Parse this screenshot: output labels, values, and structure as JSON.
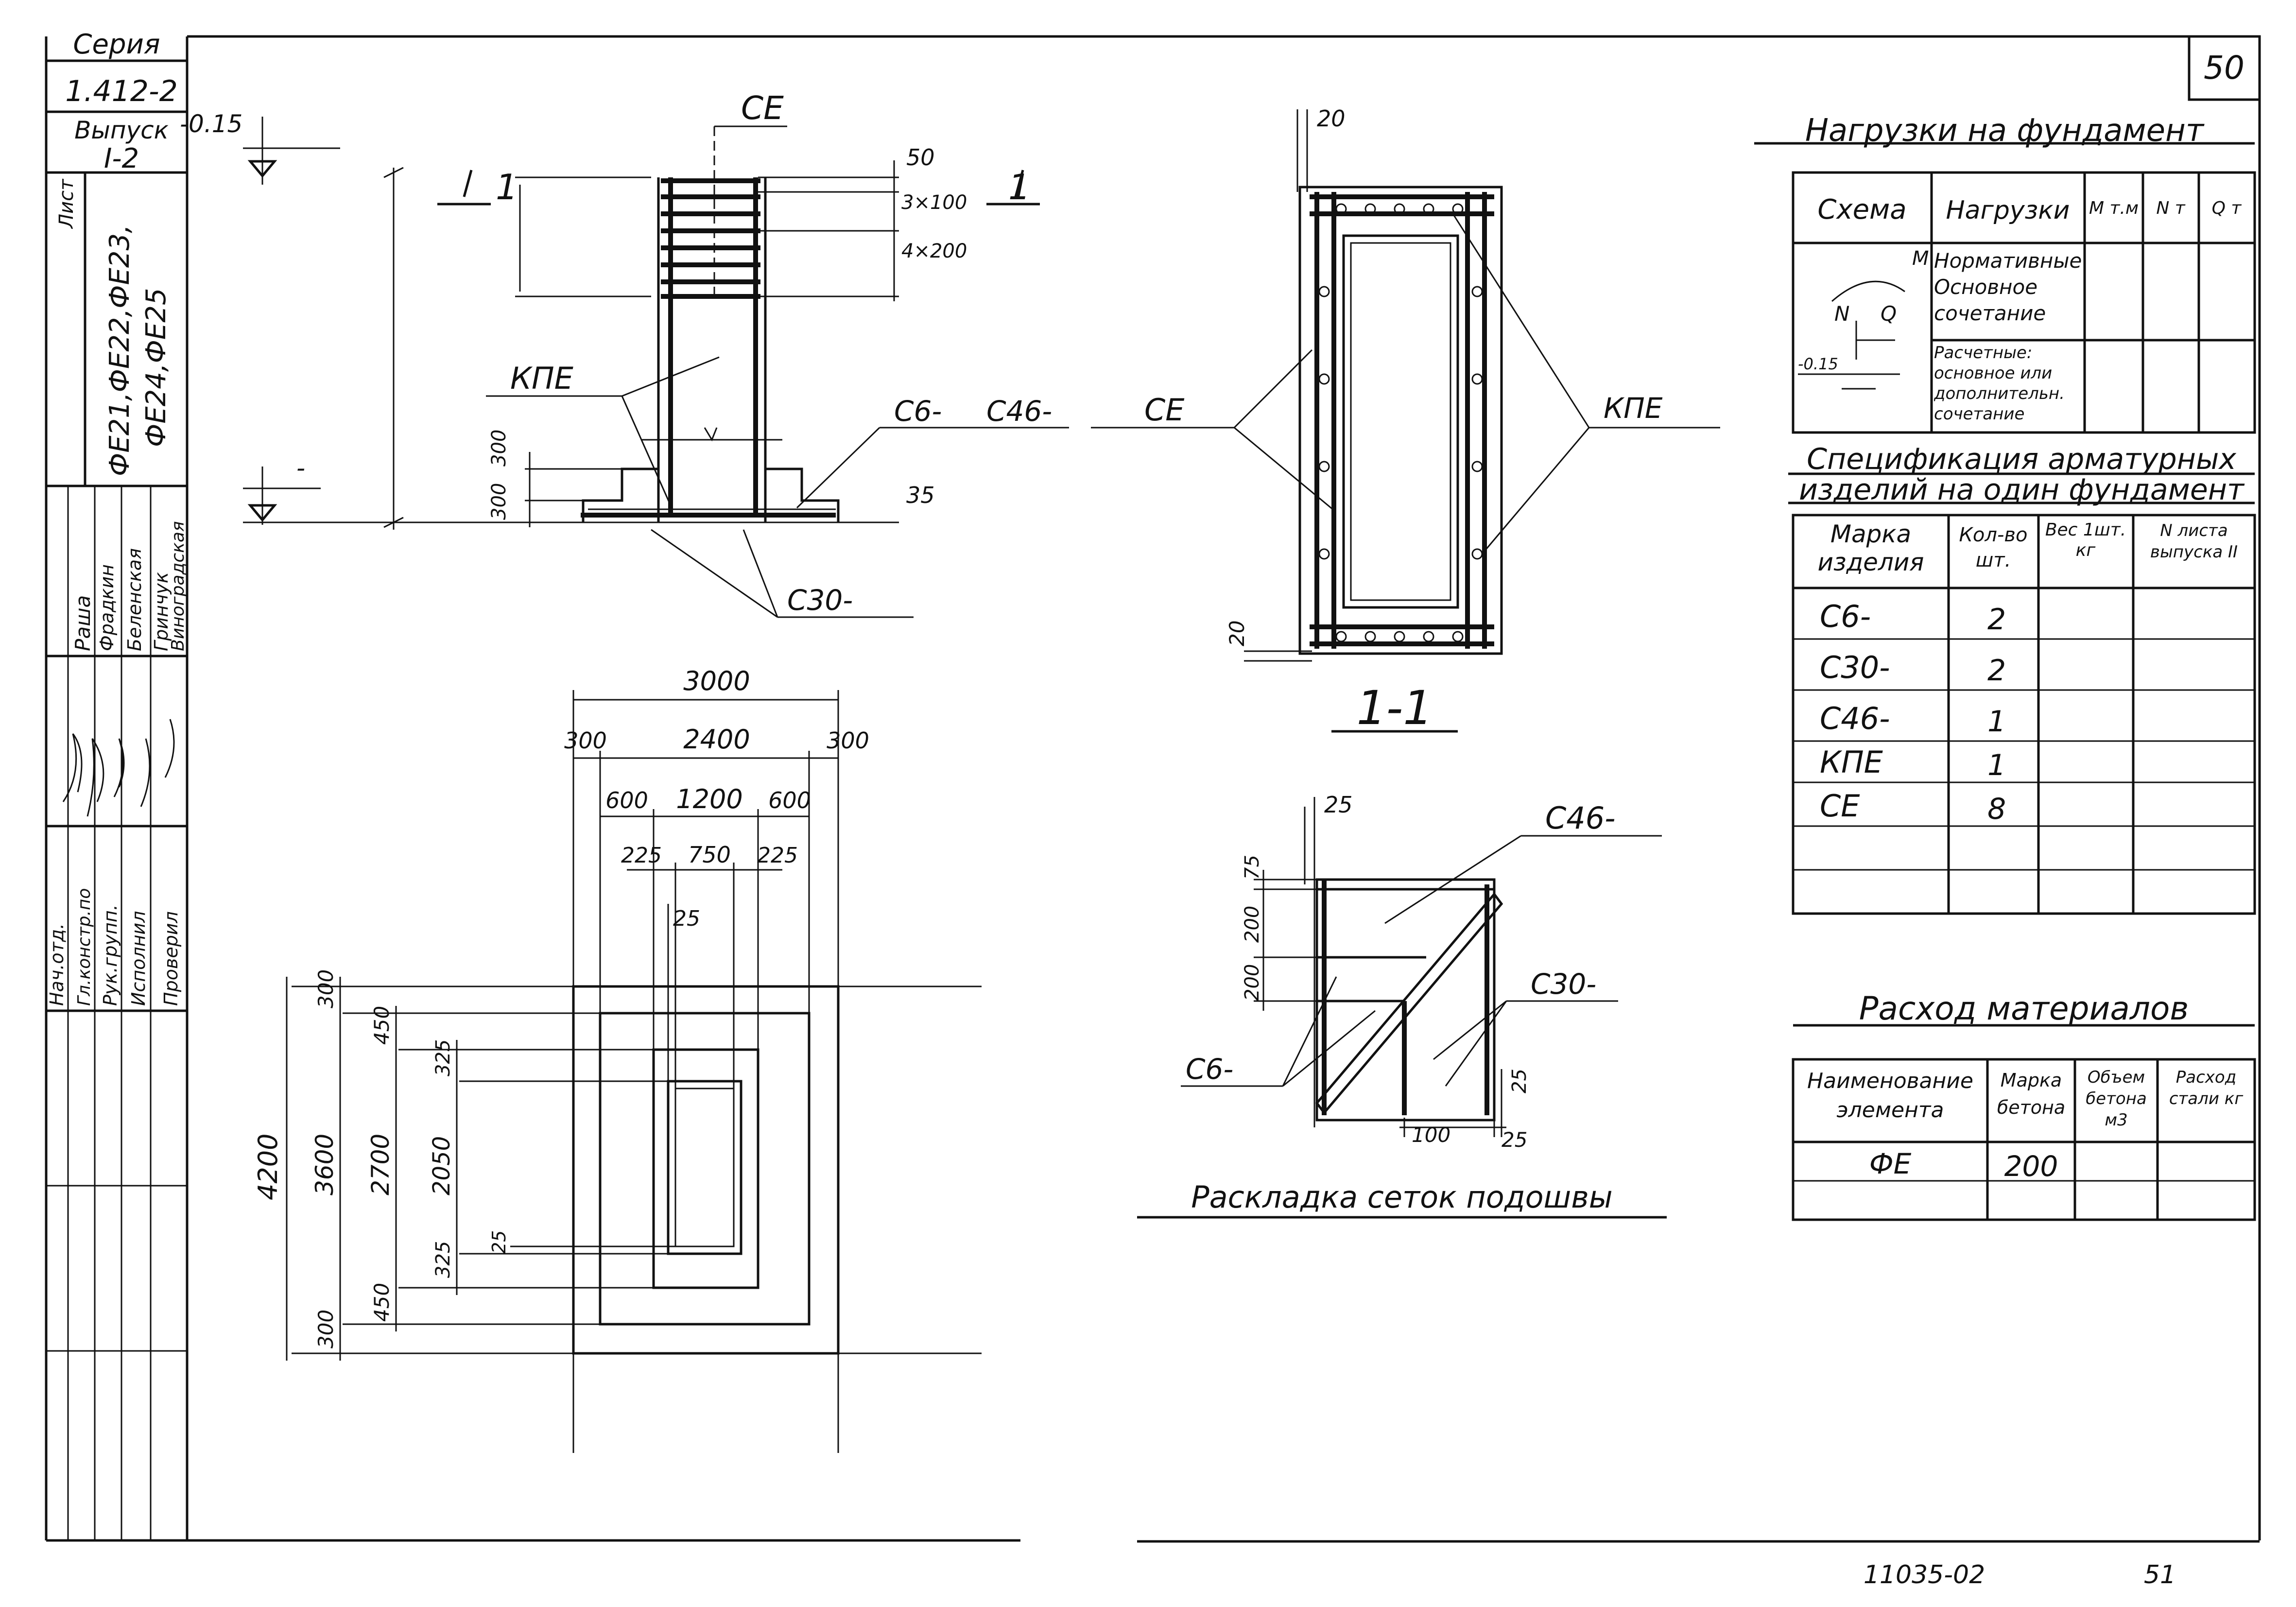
{
  "sheet_number": "50",
  "footer_code": "11035-02",
  "footer_page": "51",
  "stamp": {
    "seria_label": "Серия",
    "seria_value": "1.412-2",
    "vypusk_label": "Выпуск",
    "vypusk_value": "I-2",
    "list_label": "Лист",
    "marks_line1": "ФЕ21,ФЕ22,ФЕ23,",
    "marks_line2": "ФЕ24,ФЕ25",
    "roles": [
      "Нач.отд.",
      "Гл.констр.по",
      "Рук.групп.",
      "Исполнил",
      "Проверил"
    ],
    "names": [
      "Фрадкин",
      "Беленская",
      "Гринчук",
      "Виноградская"
    ],
    "work_label": "Раша"
  },
  "elevation_view": {
    "level_top": "-0.15",
    "level_bottom": "-",
    "section_mark": "1",
    "dims": [
      "50",
      "3×100",
      "4×200",
      "300",
      "300",
      "35"
    ],
    "labels": {
      "ce": "СЕ",
      "kpe": "КПЕ",
      "c6": "С6-",
      "c46": "С46-",
      "c30": "С30-"
    }
  },
  "plan_view": {
    "top_dims": [
      "3000",
      "300",
      "2400",
      "300",
      "600",
      "1200",
      "600",
      "225",
      "750",
      "225",
      "25"
    ],
    "left_dims": [
      "4200",
      "300",
      "3600",
      "300",
      "450",
      "2700",
      "450",
      "325",
      "2050",
      "325",
      "25"
    ]
  },
  "section_view": {
    "title": "1-1",
    "dims": [
      "20",
      "20"
    ],
    "labels": {
      "ce": "СЕ",
      "kpe": "КПЕ"
    }
  },
  "mesh_view": {
    "caption": "Раскладка сеток подошвы",
    "dims": [
      "25",
      "75",
      "200",
      "200",
      "25",
      "100",
      "25"
    ],
    "labels": {
      "c46": "С46-",
      "c30": "С30-",
      "c6": "С6-"
    }
  },
  "loads": {
    "title": "Нагрузки на фундамент",
    "headers": [
      "Схема",
      "Нагрузки",
      "M т.м",
      "N т",
      "Q т"
    ],
    "rows": [
      "Нормативные. Основное сочетание",
      "Расчетные: основное или дополнительн. сочетание"
    ],
    "scheme_labels": {
      "m": "M",
      "n": "N",
      "q": "Q",
      "level": "-0.15"
    }
  },
  "spec": {
    "title_line1": "Спецификация арматурных",
    "title_line2": "изделий на один фундамент",
    "headers": [
      "Марка изделия",
      "Кол-во шт.",
      "Вес 1шт. кг",
      "N листа выпуска II"
    ],
    "rows": [
      {
        "mark": "С6-",
        "qty": "2"
      },
      {
        "mark": "С30-",
        "qty": "2"
      },
      {
        "mark": "С46-",
        "qty": "1"
      },
      {
        "mark": "КПЕ",
        "qty": "1"
      },
      {
        "mark": "СЕ",
        "qty": "8"
      }
    ]
  },
  "materials": {
    "title": "Расход материалов",
    "headers": [
      "Наименование элемента",
      "Марка бетона",
      "Объем бетона м3",
      "Расход стали кг"
    ],
    "rows": [
      {
        "name": "ФЕ",
        "grade": "200"
      }
    ]
  }
}
